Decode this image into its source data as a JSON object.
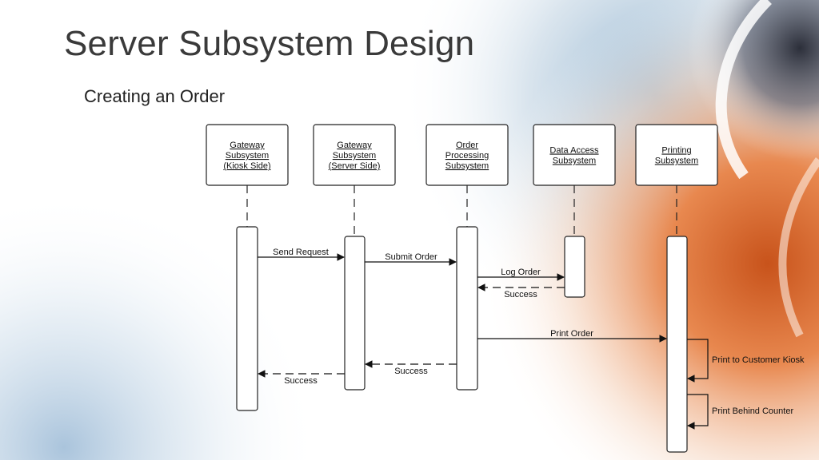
{
  "slide": {
    "title": "Server Subsystem Design",
    "subtitle": "Creating an Order"
  },
  "diagram": {
    "objects": [
      {
        "id": "gk",
        "lines": [
          "Gateway",
          "Subsystem",
          "(Kiosk Side)"
        ]
      },
      {
        "id": "gs",
        "lines": [
          "Gateway",
          "Subsystem",
          "(Server Side)"
        ]
      },
      {
        "id": "op",
        "lines": [
          "Order",
          "Processing",
          "Subsystem"
        ]
      },
      {
        "id": "da",
        "lines": [
          "Data Access",
          "Subsystem"
        ]
      },
      {
        "id": "pr",
        "lines": [
          "Printing",
          "Subsystem"
        ]
      }
    ],
    "messages": [
      {
        "from": "gk",
        "to": "gs",
        "label": "Send Request",
        "type": "sync"
      },
      {
        "from": "gs",
        "to": "op",
        "label": "Submit Order",
        "type": "sync"
      },
      {
        "from": "op",
        "to": "da",
        "label": "Log Order",
        "type": "sync"
      },
      {
        "from": "da",
        "to": "op",
        "label": "Success",
        "type": "return"
      },
      {
        "from": "op",
        "to": "pr",
        "label": "Print Order",
        "type": "sync"
      },
      {
        "from": "pr",
        "to": "pr",
        "label": "Print to Customer Kiosk",
        "type": "self"
      },
      {
        "from": "op",
        "to": "gs",
        "label": "Success",
        "type": "return"
      },
      {
        "from": "gs",
        "to": "gk",
        "label": "Success",
        "type": "return"
      },
      {
        "from": "pr",
        "to": "pr",
        "label": "Print Behind Counter",
        "type": "self"
      }
    ]
  }
}
